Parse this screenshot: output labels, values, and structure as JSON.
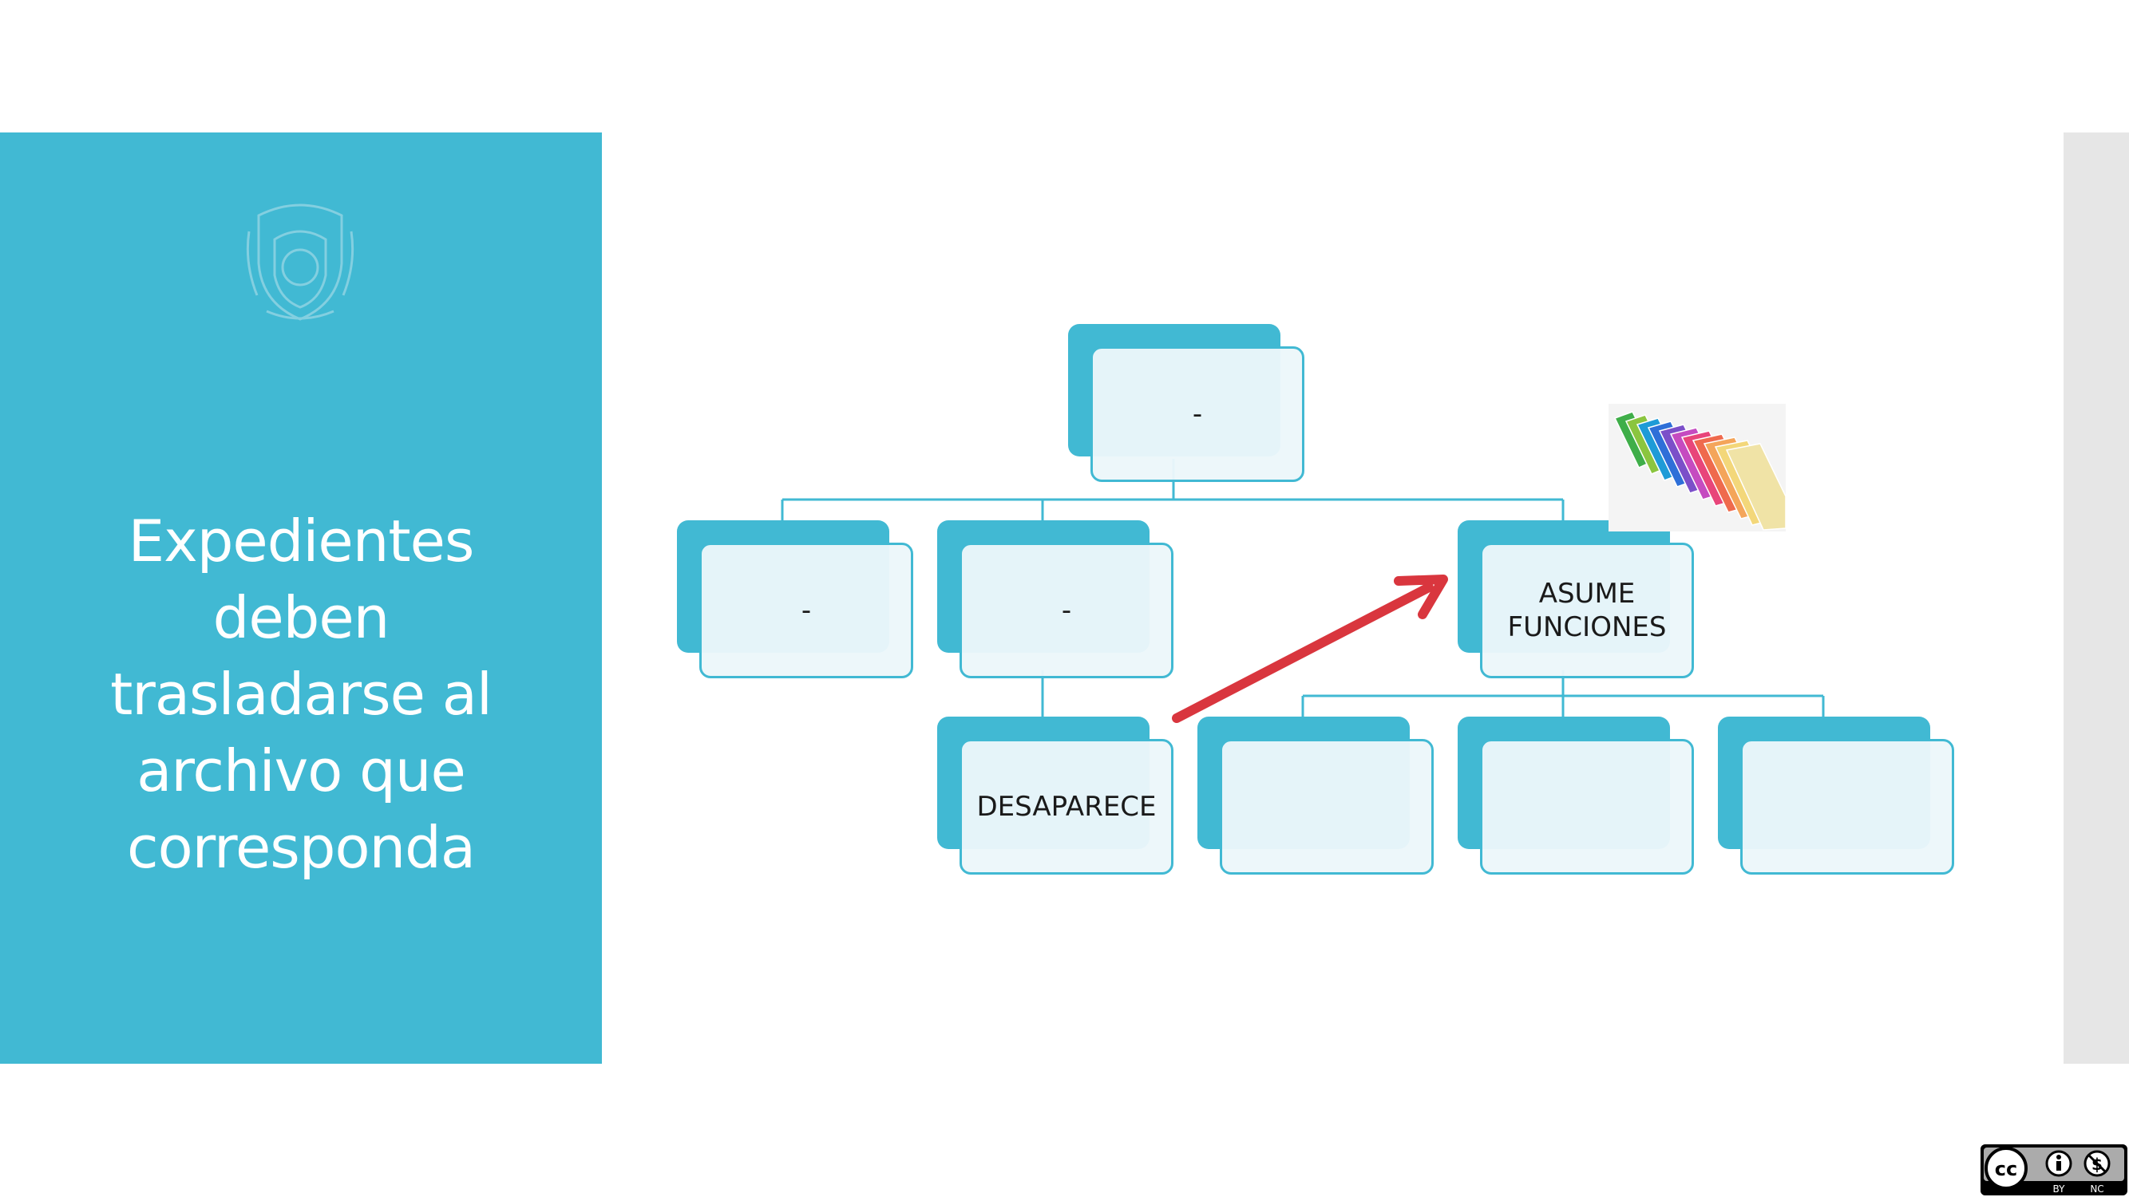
{
  "slide": {
    "title_lines": [
      "Expedientes",
      "deben",
      "trasladarse al",
      "archivo que",
      "corresponda"
    ]
  },
  "colors": {
    "accent": "#41b9d3",
    "node_fill": "#ecf7fa",
    "arrow": "#d9363e",
    "right_strip": "#e6e6e6"
  },
  "org_chart": {
    "root": "-",
    "level2": [
      "-",
      "-",
      "ASUME\nFUNCIONES"
    ],
    "level3": [
      "DESAPARECE",
      "",
      "",
      ""
    ]
  },
  "license": {
    "label_by": "BY",
    "label_nc": "NC"
  },
  "icons": [
    "unam-seal-icon",
    "folders-image-icon",
    "red-arrow-icon",
    "cc-license-icon"
  ]
}
